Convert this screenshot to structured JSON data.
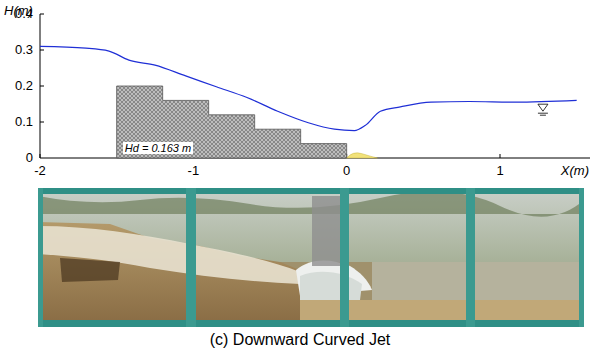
{
  "diagram": {
    "caption": "(c) Downward Curved Jet",
    "labels": [
      "H(m)",
      "0.4",
      "0.3",
      "0.2",
      "0.1",
      "0",
      "Hd = 0.163 m",
      "-2",
      "-1",
      "0",
      "1",
      "X(m)"
    ]
  }
}
